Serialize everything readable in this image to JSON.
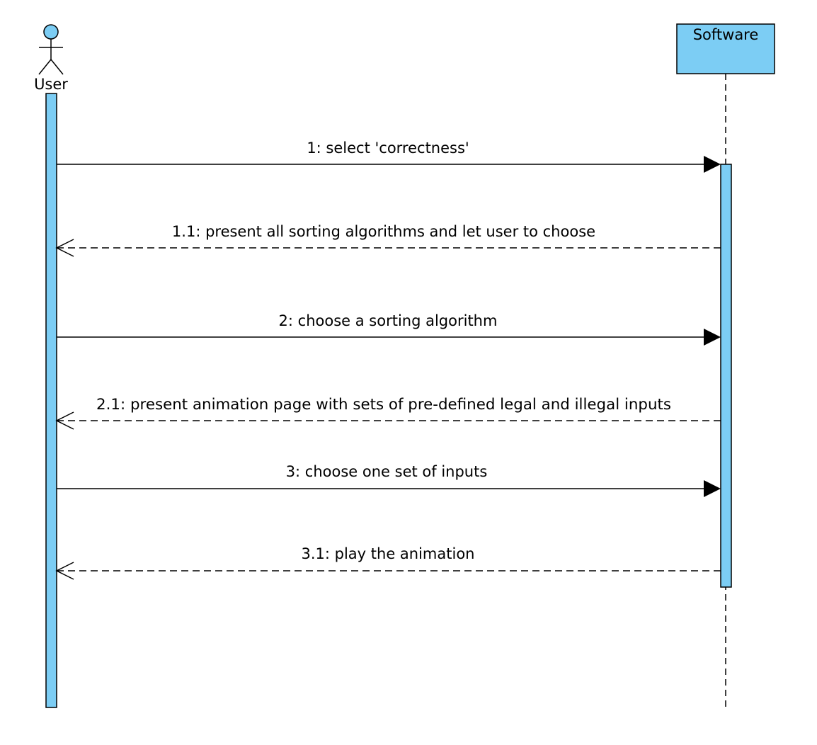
{
  "actor": {
    "name": "User"
  },
  "participant": {
    "name": "Software"
  },
  "colors": {
    "fill": "#7ccdf4",
    "stroke": "#000000"
  },
  "messages": [
    {
      "label": "1: select 'correctness'",
      "kind": "call"
    },
    {
      "label": "1.1: present all sorting algorithms and let user to choose",
      "kind": "return"
    },
    {
      "label": "2: choose a sorting algorithm",
      "kind": "call"
    },
    {
      "label": "2.1: present animation page with sets of pre-defined legal and illegal inputs",
      "kind": "return"
    },
    {
      "label": "3: choose one set of inputs",
      "kind": "call"
    },
    {
      "label": "3.1: play the animation",
      "kind": "return"
    }
  ]
}
